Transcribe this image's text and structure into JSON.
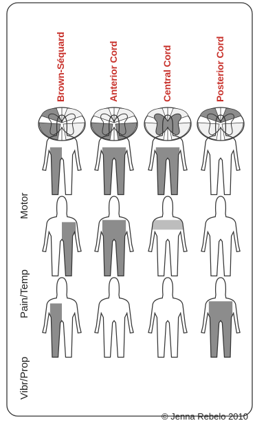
{
  "columns": [
    "Brown-Séquard",
    "Anterior Cord",
    "Central Cord",
    "Posterior Cord"
  ],
  "rows": [
    "Motor",
    "Pain/Temp",
    "Vibr/Prop"
  ],
  "credit": "© Jenna Rebelo 2010",
  "colors": {
    "accent": "#c8312b",
    "shade": "#8c8c8c",
    "lightShade": "#bdbdbd",
    "outline": "#333333"
  }
}
